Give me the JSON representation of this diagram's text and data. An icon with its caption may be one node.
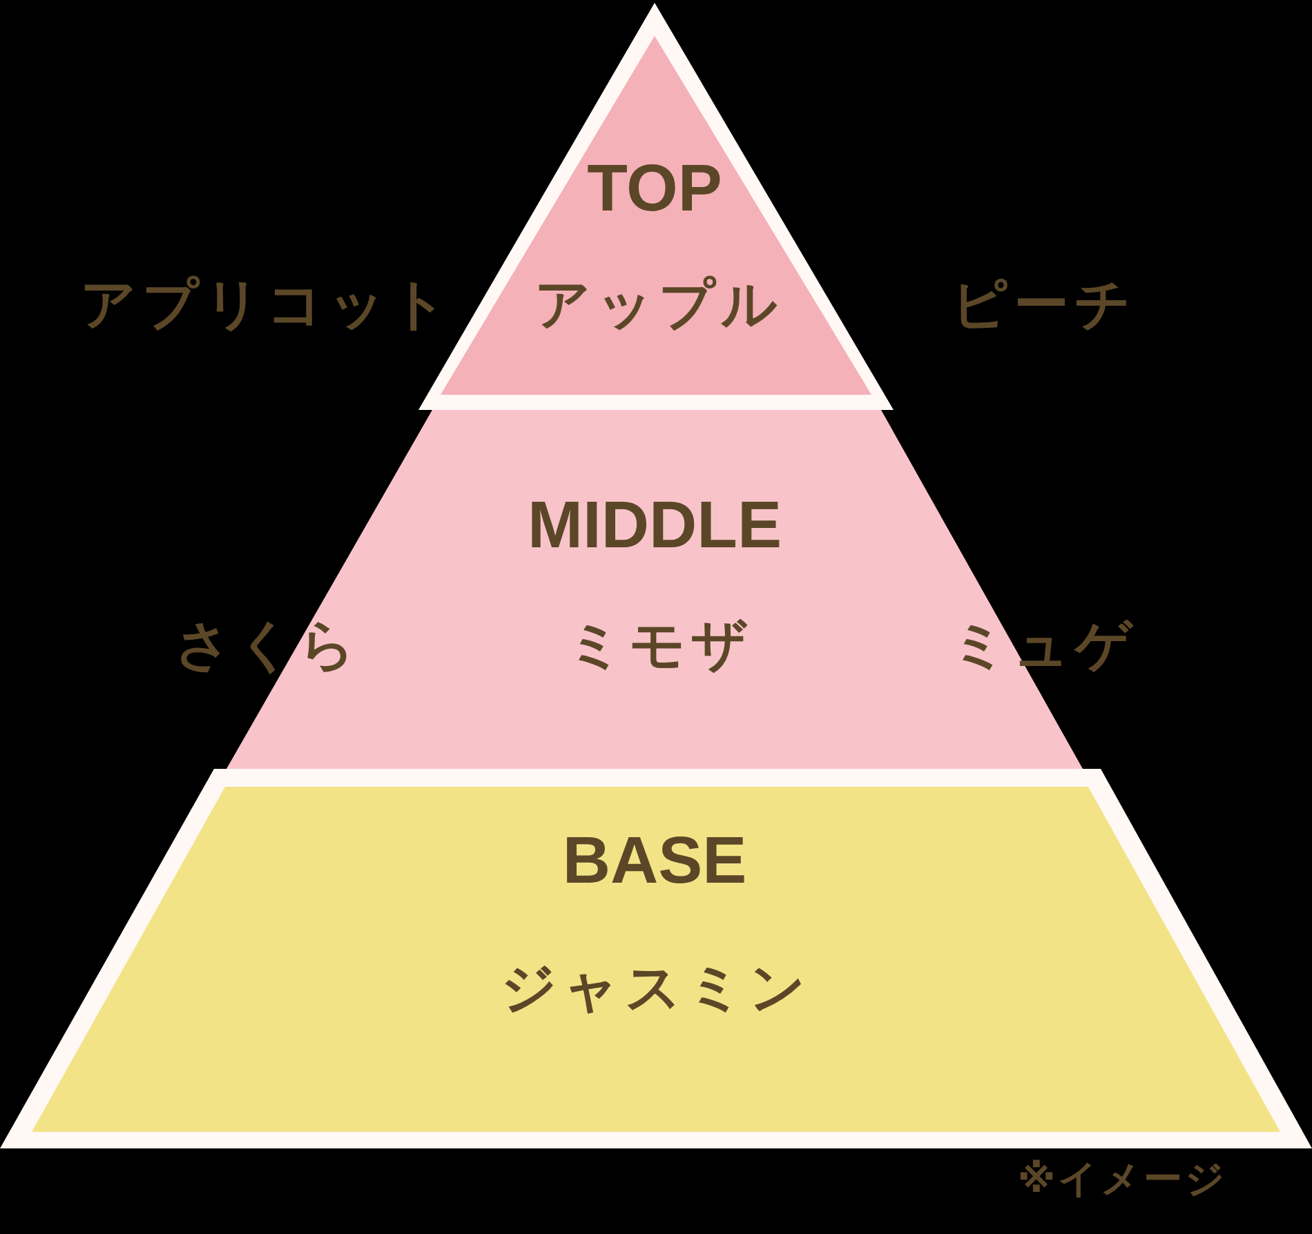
{
  "diagram": {
    "nodes": [
      {
        "text": [
          "TOP",
          "アップル"
        ],
        "beside": [
          "アプリコット",
          "ピーチ"
        ]
      },
      {
        "text": [
          "MIDDLE",
          "ミモザ"
        ],
        "beside": [
          "さくら",
          "ミュゲ"
        ]
      },
      {
        "text": [
          "BASE",
          "ジャスミン"
        ]
      }
    ],
    "labels": [
      "※イメージ"
    ]
  }
}
